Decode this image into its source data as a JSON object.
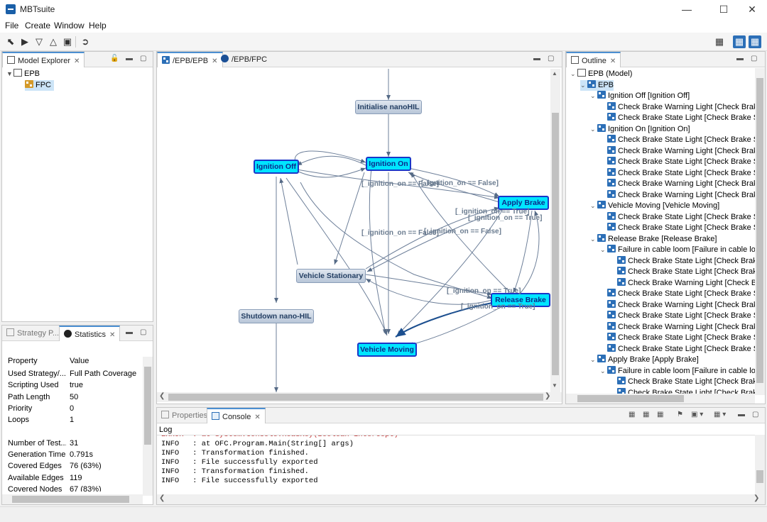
{
  "app": {
    "title": "MBTsuite"
  },
  "menu": [
    "File",
    "Create",
    "Window",
    "Help"
  ],
  "model_explorer": {
    "tab_label": "Model Explorer",
    "tree": [
      {
        "label": "EPB",
        "expanded": true
      },
      {
        "label": "FPC",
        "selected": true
      }
    ]
  },
  "editor": {
    "tabs": [
      {
        "label": "/EPB/EPB",
        "active": true
      },
      {
        "label": "/EPB/FPC",
        "active": false
      }
    ],
    "nodes": {
      "initialise": "Initialise nanoHIL",
      "ignition_off": "Ignition Off",
      "ignition_on": "Ignition On",
      "apply_brake": "Apply Brake",
      "vehicle_stationary": "Vehicle Stationary",
      "release_brake": "Release Brake",
      "shutdown": "Shutdown nano-HIL",
      "vehicle_moving": "Vehicle Moving"
    },
    "edge_labels": {
      "l1": "[_ignition_on == False]",
      "l2": "[_ignition_on == False]",
      "l3": "[_ignition_on == True]",
      "l4": "[_ignition_on == True]",
      "l5": "[_ignition_on == False]",
      "l6": "[_ignition_on == False]",
      "l7": "[_ignition_on == True]",
      "l8": "[_ignition_on == True]"
    }
  },
  "outline": {
    "tab_label": "Outline",
    "rows": [
      {
        "indent": 0,
        "arrow": "down",
        "icon": "model",
        "label": "EPB (Model)"
      },
      {
        "indent": 1,
        "arrow": "down",
        "icon": "blue",
        "label": "EPB",
        "selected": true
      },
      {
        "indent": 2,
        "arrow": "down",
        "icon": "blue",
        "label": "Ignition Off [Ignition Off]"
      },
      {
        "indent": 3,
        "arrow": "",
        "icon": "blue",
        "label": "Check Brake Warning Light [Check Brake"
      },
      {
        "indent": 3,
        "arrow": "",
        "icon": "blue",
        "label": "Check Brake State Light [Check Brake Stat"
      },
      {
        "indent": 2,
        "arrow": "down",
        "icon": "blue",
        "label": "Ignition On [Ignition On]"
      },
      {
        "indent": 3,
        "arrow": "",
        "icon": "blue",
        "label": "Check Brake State Light [Check Brake Stat"
      },
      {
        "indent": 3,
        "arrow": "",
        "icon": "blue",
        "label": "Check Brake Warning Light [Check Brake"
      },
      {
        "indent": 3,
        "arrow": "",
        "icon": "blue",
        "label": "Check Brake State Light [Check Brake Stat"
      },
      {
        "indent": 3,
        "arrow": "",
        "icon": "blue",
        "label": "Check Brake State Light [Check Brake Stat"
      },
      {
        "indent": 3,
        "arrow": "",
        "icon": "blue",
        "label": "Check Brake Warning Light [Check Brake"
      },
      {
        "indent": 3,
        "arrow": "",
        "icon": "blue",
        "label": "Check Brake Warning Light [Check Brake"
      },
      {
        "indent": 2,
        "arrow": "down",
        "icon": "blue",
        "label": "Vehicle Moving [Vehicle Moving]"
      },
      {
        "indent": 3,
        "arrow": "",
        "icon": "blue",
        "label": "Check Brake State Light [Check Brake Stat"
      },
      {
        "indent": 3,
        "arrow": "",
        "icon": "blue",
        "label": "Check Brake State Light [Check Brake Stat"
      },
      {
        "indent": 2,
        "arrow": "down",
        "icon": "blue",
        "label": "Release Brake [Release Brake]"
      },
      {
        "indent": 3,
        "arrow": "down",
        "icon": "blue",
        "label": "Failure in cable loom [Failure in cable loo"
      },
      {
        "indent": 4,
        "arrow": "",
        "icon": "blue",
        "label": "Check Brake State Light [Check Brake S"
      },
      {
        "indent": 4,
        "arrow": "",
        "icon": "blue",
        "label": "Check Brake State Light [Check Brake S"
      },
      {
        "indent": 4,
        "arrow": "",
        "icon": "blue",
        "label": "Check Brake Warning Light [Check Brak"
      },
      {
        "indent": 3,
        "arrow": "",
        "icon": "blue",
        "label": "Check Brake State Light [Check Brake Stat"
      },
      {
        "indent": 3,
        "arrow": "",
        "icon": "blue",
        "label": "Check Brake Warning Light [Check Brake"
      },
      {
        "indent": 3,
        "arrow": "",
        "icon": "blue",
        "label": "Check Brake State Light [Check Brake Stat"
      },
      {
        "indent": 3,
        "arrow": "",
        "icon": "blue",
        "label": "Check Brake Warning Light [Check Brake"
      },
      {
        "indent": 3,
        "arrow": "",
        "icon": "blue",
        "label": "Check Brake State Light [Check Brake Stat"
      },
      {
        "indent": 3,
        "arrow": "",
        "icon": "blue",
        "label": "Check Brake State Light [Check Brake Stat"
      },
      {
        "indent": 2,
        "arrow": "down",
        "icon": "blue",
        "label": "Apply Brake [Apply Brake]"
      },
      {
        "indent": 3,
        "arrow": "down",
        "icon": "blue",
        "label": "Failure in cable loom [Failure in cable loo"
      },
      {
        "indent": 4,
        "arrow": "",
        "icon": "blue",
        "label": "Check Brake State Light [Check Brake S"
      },
      {
        "indent": 4,
        "arrow": "",
        "icon": "blue",
        "label": "Check Brake State Light [Check Brake S"
      }
    ]
  },
  "statistics": {
    "tabs": [
      "Strategy P...",
      "Statistics"
    ],
    "header": {
      "key": "Property",
      "value": "Value"
    },
    "rows": [
      {
        "key": "Used Strategy/...",
        "value": "Full Path Coverage"
      },
      {
        "key": "Scripting Used",
        "value": "true"
      },
      {
        "key": "Path Length",
        "value": "50"
      },
      {
        "key": "Priority",
        "value": "0"
      },
      {
        "key": "Loops",
        "value": "1"
      },
      {
        "key": "",
        "value": ""
      },
      {
        "key": "Number of Test...",
        "value": "31"
      },
      {
        "key": "Generation Time",
        "value": "0.791s"
      },
      {
        "key": "Covered Edges",
        "value": "76 (63%)"
      },
      {
        "key": "Available Edges",
        "value": "119"
      },
      {
        "key": "Covered Nodes",
        "value": "67 (83%)"
      }
    ]
  },
  "console": {
    "tabs": [
      "Properties",
      "Console"
    ],
    "header": "Log",
    "lines": [
      "ERROR  : at System.Console.ReadKey(Boolean intercept)",
      "INFO   : at OFC.Program.Main(String[] args)",
      "INFO   : Transformation finished.",
      "INFO   : File successfully exported",
      "INFO   : Transformation finished.",
      "INFO   : File successfully exported"
    ]
  }
}
